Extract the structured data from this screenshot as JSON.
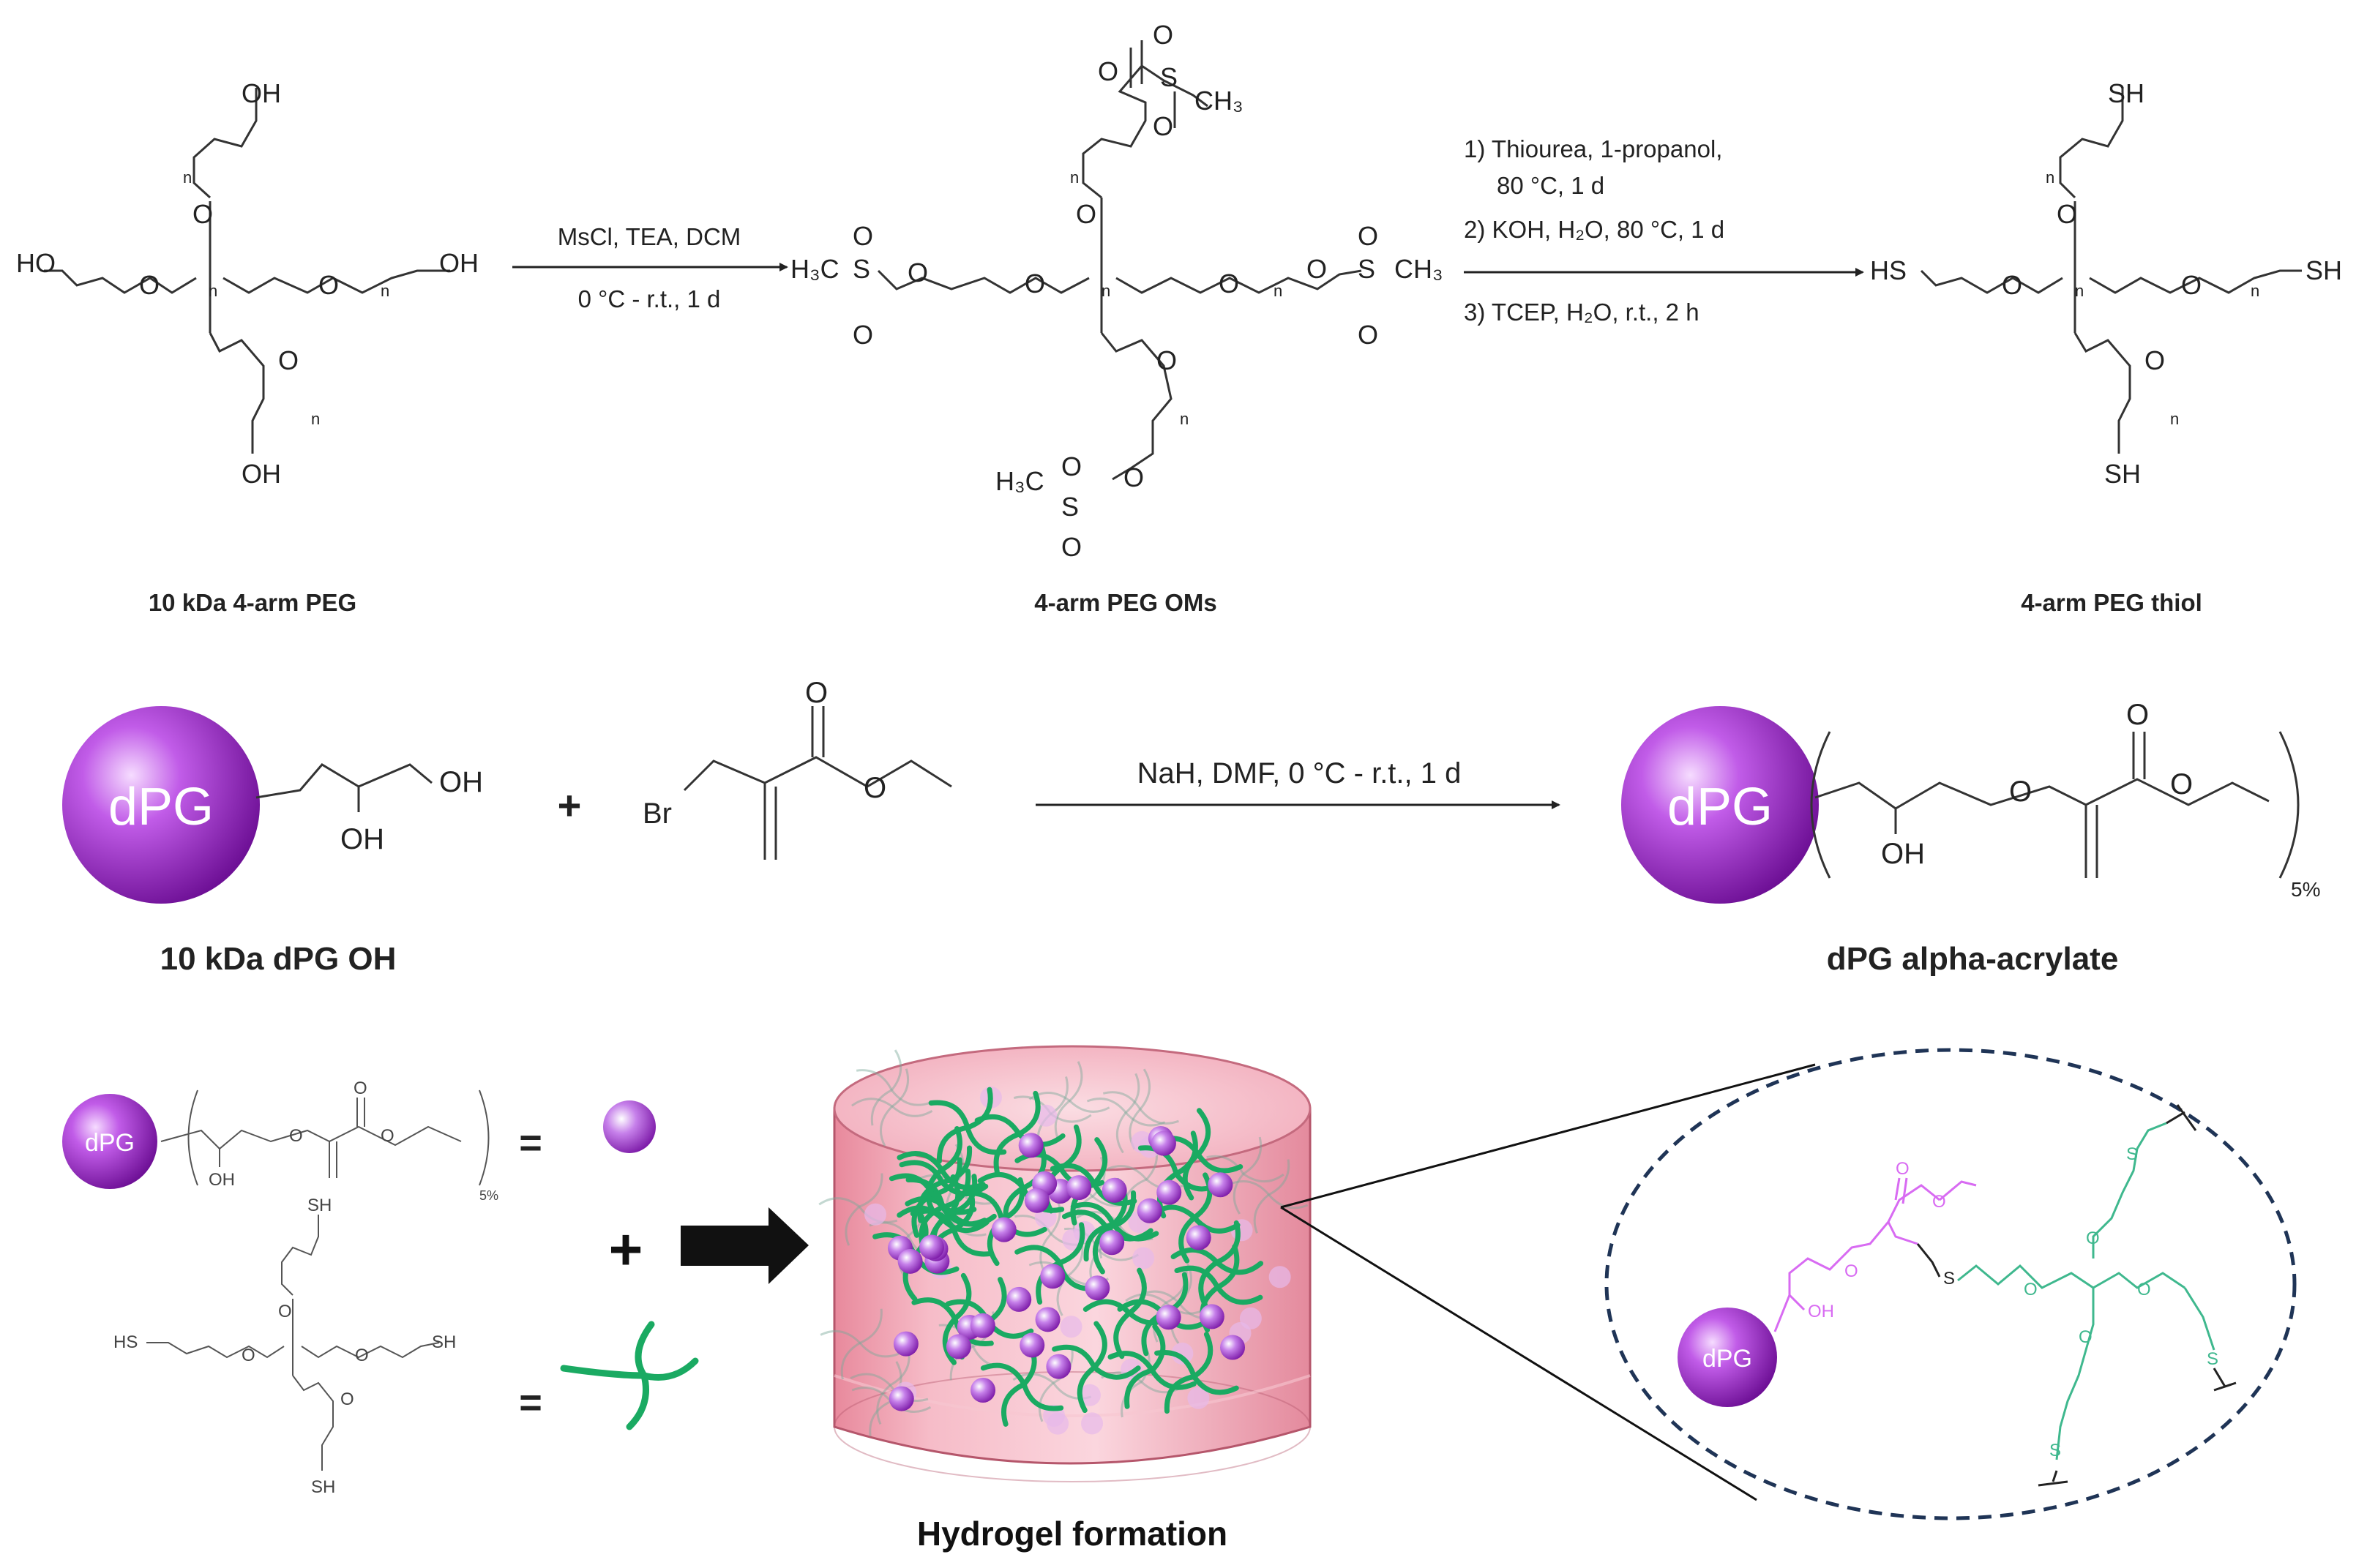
{
  "row1": {
    "reagents_above": "MsCl, TEA, DCM",
    "conditions_below": "0 °C - r.t., 1 d",
    "step1": "1) Thiourea, 1-propanol,",
    "step1b": "80 °C, 1 d",
    "step2": "2) KOH, H₂O, 80 °C, 1 d",
    "step3": "3) TCEP, H₂O, r.t., 2 h",
    "peg_label": "10 kDa 4-arm PEG",
    "oms_label": "4-arm PEG OMs",
    "thiol_label": "4-arm PEG thiol",
    "atoms": {
      "oh": "OH",
      "ho": "HO",
      "o": "O",
      "n": "n",
      "sh": "SH",
      "hs": "HS",
      "s": "S",
      "h3c": "H₃C",
      "ch3": "CH₃"
    }
  },
  "row2": {
    "dpg": "dPG",
    "plus": "+",
    "br": "Br",
    "conditions": "NaH, DMF, 0 °C - r.t., 1 d",
    "subscript": "5%",
    "dpgoh_label": "10 kDa dPG OH",
    "acrylate_label": "dPG alpha-acrylate"
  },
  "row3": {
    "equals": "=",
    "plus": "+",
    "hydrogel_label": "Hydrogel formation"
  },
  "colors": {
    "purple_sphere": "#a22fd0",
    "green_arm": "#1aaa62",
    "gel_pink": "#f7c3cf",
    "dashed_ellipse": "#1f3456",
    "acrylate_pink": "#d86bf2",
    "thiol_green": "#3fb88e"
  }
}
